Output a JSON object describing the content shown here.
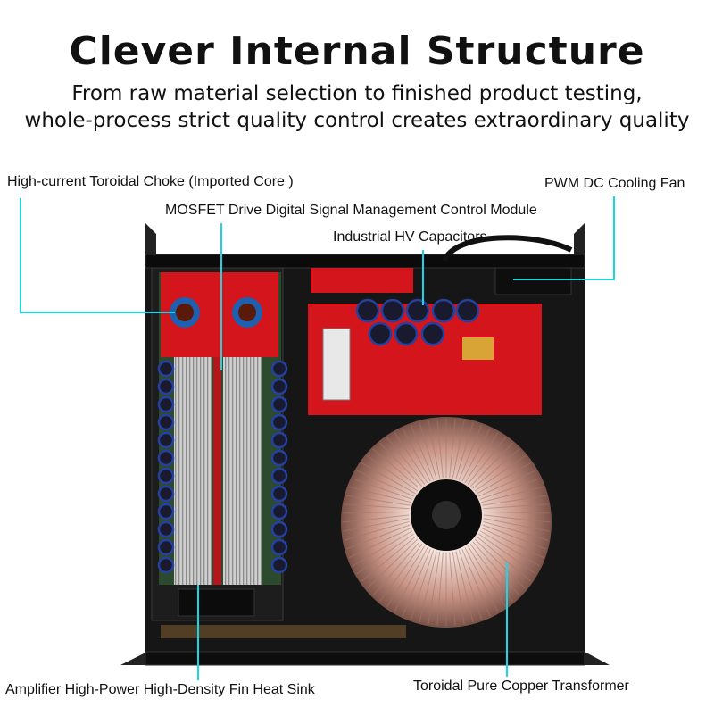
{
  "header": {
    "title": "Clever Internal Structure",
    "subtitle_line1": "From raw material selection to finished product testing,",
    "subtitle_line2": "whole-process strict quality control creates extraordinary quality"
  },
  "callouts": {
    "choke": "High-current Toroidal Choke (Imported Core )",
    "fan": "PWM DC Cooling Fan",
    "mosfet": "MOSFET Drive Digital Signal Management Control Module",
    "capacitors": "Industrial HV Capacitors",
    "heatsink": "Amplifier High-Power High-Density Fin Heat Sink",
    "transformer": "Toroidal Pure Copper Transformer"
  },
  "colors": {
    "callout_line": "#19d6e6",
    "pcb": "#d4151b",
    "chassis": "#141414",
    "copper": "#c89a8c"
  }
}
